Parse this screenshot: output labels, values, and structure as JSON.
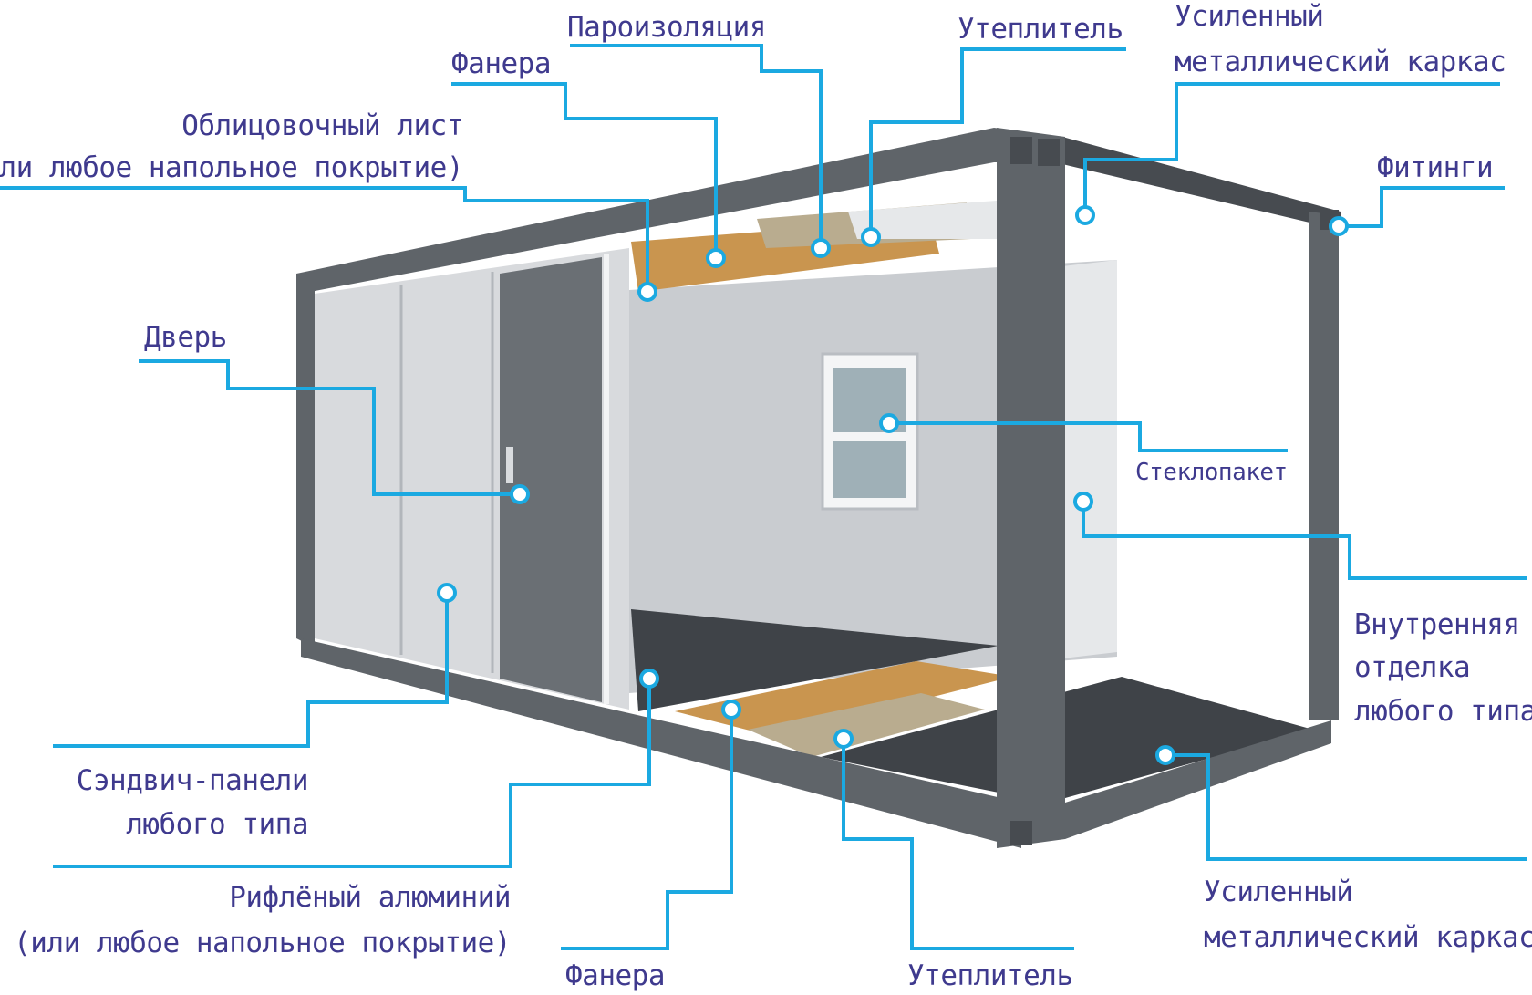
{
  "colors": {
    "accent": "#1ba9e1",
    "label": "#3f3a8e",
    "frame": "#5f6469",
    "frame_dark": "#474b50",
    "panel": "#d8dadd",
    "panel_light": "#e6e8ea",
    "door": "#6a6f74",
    "interior": "#c9ccd0",
    "plywood": "#c9954f",
    "insulation": "#b9ac8f",
    "aluminium": "#3f4348",
    "window_glass": "#9fb0b7"
  },
  "callouts": [
    {
      "id": "parozolyatsiya",
      "lines": [
        "Пароизоляция"
      ]
    },
    {
      "id": "fanera-top",
      "lines": [
        "Фанера"
      ]
    },
    {
      "id": "uteplitel-top",
      "lines": [
        "Утеплитель"
      ]
    },
    {
      "id": "karkas-top",
      "lines": [
        "Усиленный",
        "металлический каркас"
      ]
    },
    {
      "id": "oblitsovka",
      "lines": [
        "Облицовочный лист",
        "(или любое напольное покрытие)"
      ]
    },
    {
      "id": "fitingi",
      "lines": [
        "Фитинги"
      ]
    },
    {
      "id": "dver",
      "lines": [
        "Дверь"
      ]
    },
    {
      "id": "steklopaket",
      "lines": [
        "Стеклопакет"
      ]
    },
    {
      "id": "vnutrennyaya",
      "lines": [
        "Внутренняя",
        "отделка",
        "любого типа"
      ]
    },
    {
      "id": "sendvich",
      "lines": [
        "Сэндвич-панели",
        "любого типа"
      ]
    },
    {
      "id": "aluminiy",
      "lines": [
        "Рифлёный алюминий",
        "(или любое напольное покрытие)"
      ]
    },
    {
      "id": "karkas-bottom",
      "lines": [
        "Усиленный",
        "металлический каркас"
      ]
    },
    {
      "id": "fanera-bottom",
      "lines": [
        "Фанера"
      ]
    },
    {
      "id": "uteplitel-bottom",
      "lines": [
        "Утеплитель"
      ]
    }
  ]
}
